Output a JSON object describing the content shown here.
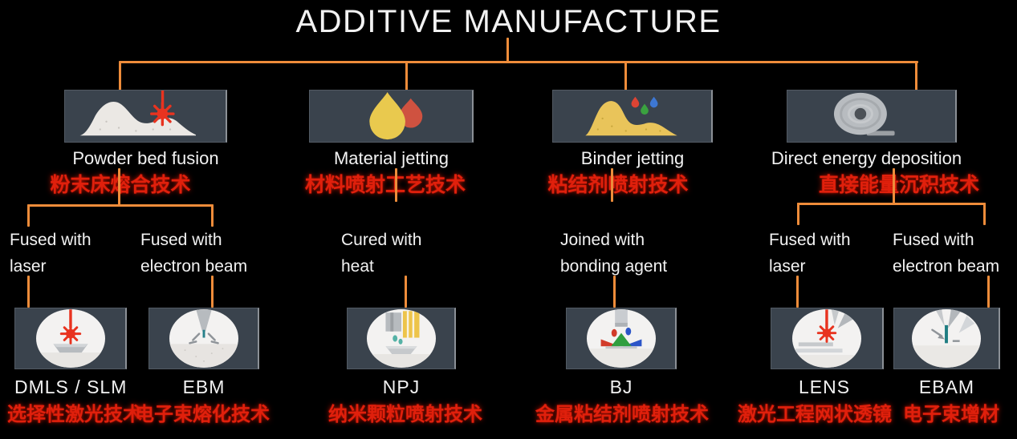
{
  "title": "ADDITIVE MANUFACTURE",
  "colors": {
    "background": "#000000",
    "connector": "#ee8c3a",
    "box_fill": "#3a434d",
    "text_white": "#f2f2f2",
    "text_red": "#e0200c",
    "laser_red": "#e8331f",
    "droplet_yellow": "#e9c94e",
    "sand_yellow": "#e9c45a"
  },
  "categories": [
    {
      "label": "Powder bed fusion",
      "label_zh": "粉末床熔合技术",
      "icon": "powder-bed-fusion-icon"
    },
    {
      "label": "Material jetting",
      "label_zh": "材料喷射工艺技术",
      "icon": "material-jetting-icon"
    },
    {
      "label": "Binder jetting",
      "label_zh": "粘结剂喷射技术",
      "icon": "binder-jetting-icon"
    },
    {
      "label": "Direct energy deposition",
      "label_zh": "直接能量沉积技术",
      "icon": "direct-energy-deposition-icon"
    }
  ],
  "processes": [
    {
      "parent": "Powder bed fusion",
      "method_line1": "Fused with",
      "method_line2": "laser",
      "abbr": "DMLS / SLM",
      "abbr_zh": "选择性激光技术",
      "icon": "laser-melt-icon"
    },
    {
      "parent": "Powder bed fusion",
      "method_line1": "Fused with",
      "method_line2": "electron beam",
      "abbr": "EBM",
      "abbr_zh": "电子束熔化技术",
      "icon": "electron-beam-melt-icon"
    },
    {
      "parent": "Material jetting",
      "method_line1": "Cured with",
      "method_line2": "heat",
      "abbr": "NPJ",
      "abbr_zh": "纳米颗粒喷射技术",
      "icon": "nano-particle-jet-icon"
    },
    {
      "parent": "Binder jetting",
      "method_line1": "Joined with",
      "method_line2": "bonding agent",
      "abbr": "BJ",
      "abbr_zh": "金属粘结剂喷射技术",
      "icon": "binder-jet-icon"
    },
    {
      "parent": "Direct energy deposition",
      "method_line1": "Fused with",
      "method_line2": "laser",
      "abbr": "LENS",
      "abbr_zh": "激光工程网状透镜",
      "icon": "lens-laser-icon"
    },
    {
      "parent": "Direct energy deposition",
      "method_line1": "Fused with",
      "method_line2": "electron beam",
      "abbr": "EBAM",
      "abbr_zh": "电子束增材",
      "icon": "ebam-icon"
    }
  ]
}
